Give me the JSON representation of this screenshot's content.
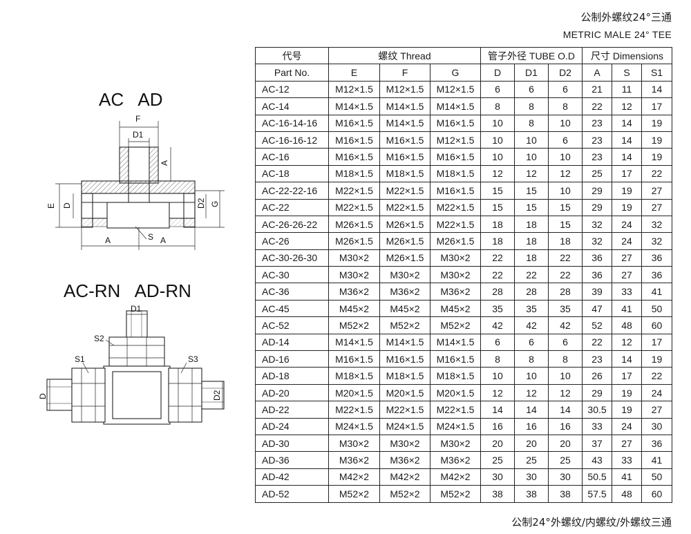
{
  "title_cn": "公制外螺纹24°三通",
  "title_en": "METRIC MALE 24° TEE",
  "footer_cn": "公制24°外螺纹/内螺纹/外螺纹三通",
  "drawings": {
    "top_title": "AC   AD",
    "bottom_title": "AC-RN   AD-RN",
    "labels": {
      "F": "F",
      "D1": "D1",
      "A": "A",
      "E": "E",
      "D": "D",
      "D2": "D2",
      "G": "G",
      "S": "S",
      "S1": "S1",
      "S2": "S2",
      "S3": "S3"
    }
  },
  "table": {
    "header1": {
      "part_cn": "代号",
      "thread": "螺纹 Thread",
      "tube": "管子外径 TUBE O.D",
      "dims": "尺寸 Dimensions"
    },
    "header2": {
      "part_en": "Part No.",
      "cols": [
        "E",
        "F",
        "G",
        "D",
        "D1",
        "D2",
        "A",
        "S",
        "S1"
      ]
    },
    "rows": [
      [
        "AC-12",
        "M12×1.5",
        "M12×1.5",
        "M12×1.5",
        "6",
        "6",
        "6",
        "21",
        "11",
        "14"
      ],
      [
        "AC-14",
        "M14×1.5",
        "M14×1.5",
        "M14×1.5",
        "8",
        "8",
        "8",
        "22",
        "12",
        "17"
      ],
      [
        "AC-16-14-16",
        "M16×1.5",
        "M14×1.5",
        "M16×1.5",
        "10",
        "8",
        "10",
        "23",
        "14",
        "19"
      ],
      [
        "AC-16-16-12",
        "M16×1.5",
        "M16×1.5",
        "M12×1.5",
        "10",
        "10",
        "6",
        "23",
        "14",
        "19"
      ],
      [
        "AC-16",
        "M16×1.5",
        "M16×1.5",
        "M16×1.5",
        "10",
        "10",
        "10",
        "23",
        "14",
        "19"
      ],
      [
        "AC-18",
        "M18×1.5",
        "M18×1.5",
        "M18×1.5",
        "12",
        "12",
        "12",
        "25",
        "17",
        "22"
      ],
      [
        "AC-22-22-16",
        "M22×1.5",
        "M22×1.5",
        "M16×1.5",
        "15",
        "15",
        "10",
        "29",
        "19",
        "27"
      ],
      [
        "AC-22",
        "M22×1.5",
        "M22×1.5",
        "M22×1.5",
        "15",
        "15",
        "15",
        "29",
        "19",
        "27"
      ],
      [
        "AC-26-26-22",
        "M26×1.5",
        "M26×1.5",
        "M22×1.5",
        "18",
        "18",
        "15",
        "32",
        "24",
        "32"
      ],
      [
        "AC-26",
        "M26×1.5",
        "M26×1.5",
        "M26×1.5",
        "18",
        "18",
        "18",
        "32",
        "24",
        "32"
      ],
      [
        "AC-30-26-30",
        "M30×2",
        "M26×1.5",
        "M30×2",
        "22",
        "18",
        "22",
        "36",
        "27",
        "36"
      ],
      [
        "AC-30",
        "M30×2",
        "M30×2",
        "M30×2",
        "22",
        "22",
        "22",
        "36",
        "27",
        "36"
      ],
      [
        "AC-36",
        "M36×2",
        "M36×2",
        "M36×2",
        "28",
        "28",
        "28",
        "39",
        "33",
        "41"
      ],
      [
        "AC-45",
        "M45×2",
        "M45×2",
        "M45×2",
        "35",
        "35",
        "35",
        "47",
        "41",
        "50"
      ],
      [
        "AC-52",
        "M52×2",
        "M52×2",
        "M52×2",
        "42",
        "42",
        "42",
        "52",
        "48",
        "60"
      ],
      [
        "AD-14",
        "M14×1.5",
        "M14×1.5",
        "M14×1.5",
        "6",
        "6",
        "6",
        "22",
        "12",
        "17"
      ],
      [
        "AD-16",
        "M16×1.5",
        "M16×1.5",
        "M16×1.5",
        "8",
        "8",
        "8",
        "23",
        "14",
        "19"
      ],
      [
        "AD-18",
        "M18×1.5",
        "M18×1.5",
        "M18×1.5",
        "10",
        "10",
        "10",
        "26",
        "17",
        "22"
      ],
      [
        "AD-20",
        "M20×1.5",
        "M20×1.5",
        "M20×1.5",
        "12",
        "12",
        "12",
        "29",
        "19",
        "24"
      ],
      [
        "AD-22",
        "M22×1.5",
        "M22×1.5",
        "M22×1.5",
        "14",
        "14",
        "14",
        "30.5",
        "19",
        "27"
      ],
      [
        "AD-24",
        "M24×1.5",
        "M24×1.5",
        "M24×1.5",
        "16",
        "16",
        "16",
        "33",
        "24",
        "30"
      ],
      [
        "AD-30",
        "M30×2",
        "M30×2",
        "M30×2",
        "20",
        "20",
        "20",
        "37",
        "27",
        "36"
      ],
      [
        "AD-36",
        "M36×2",
        "M36×2",
        "M36×2",
        "25",
        "25",
        "25",
        "43",
        "33",
        "41"
      ],
      [
        "AD-42",
        "M42×2",
        "M42×2",
        "M42×2",
        "30",
        "30",
        "30",
        "50.5",
        "41",
        "50"
      ],
      [
        "AD-52",
        "M52×2",
        "M52×2",
        "M52×2",
        "38",
        "38",
        "38",
        "57.5",
        "48",
        "60"
      ]
    ]
  }
}
